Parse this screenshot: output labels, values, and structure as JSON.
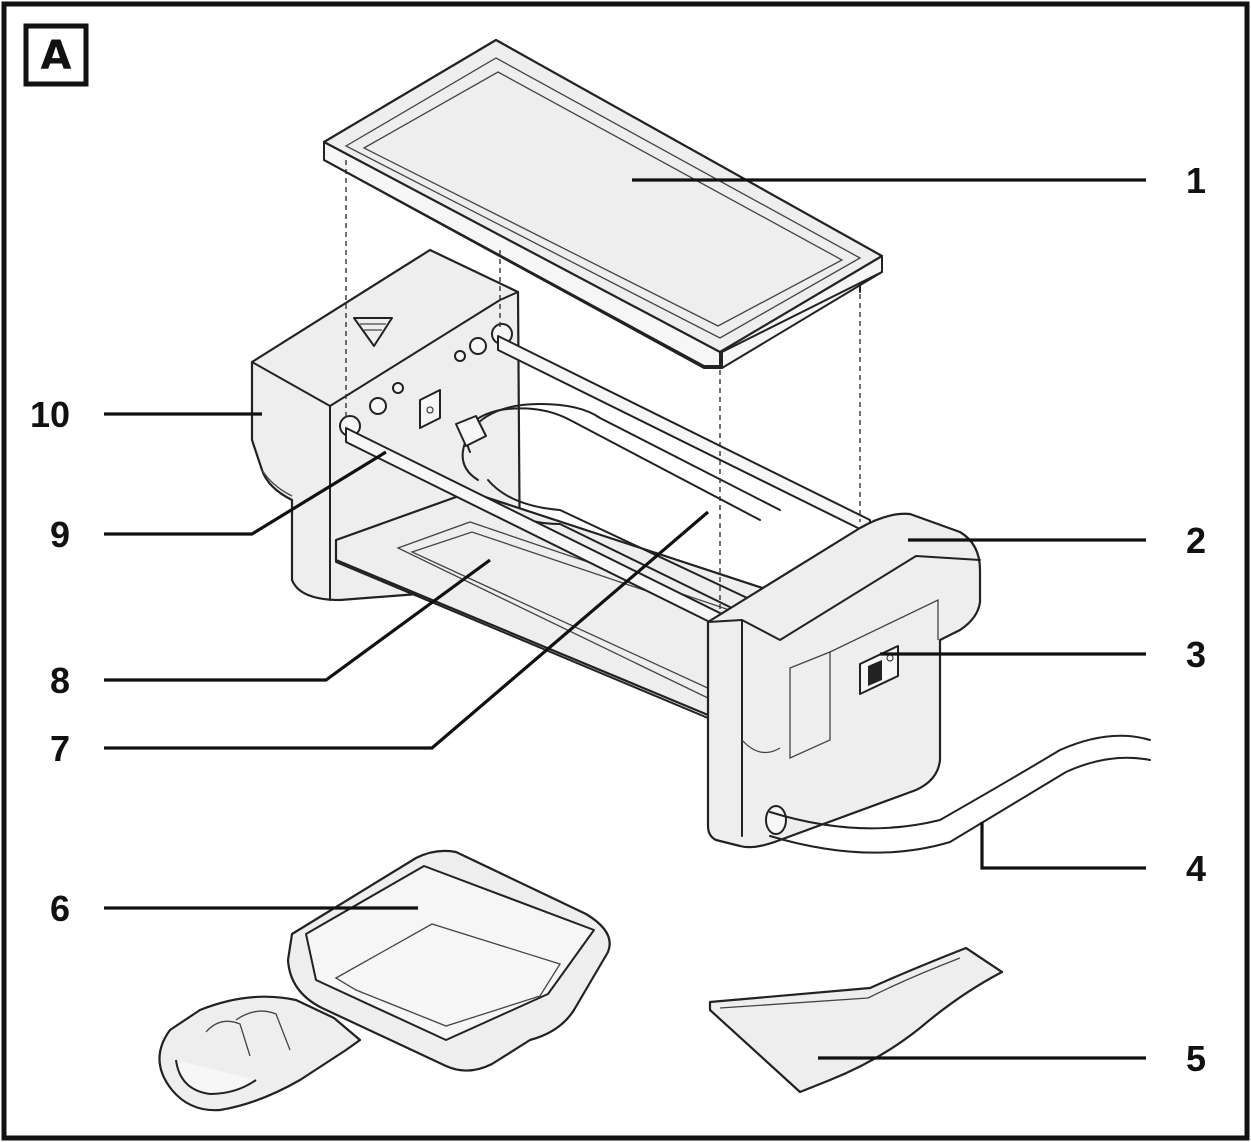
{
  "figure_label": "A",
  "callouts": {
    "c1": "1",
    "c2": "2",
    "c3": "3",
    "c4": "4",
    "c5": "5",
    "c6": "6",
    "c7": "7",
    "c8": "8",
    "c9": "9",
    "c10": "10"
  }
}
